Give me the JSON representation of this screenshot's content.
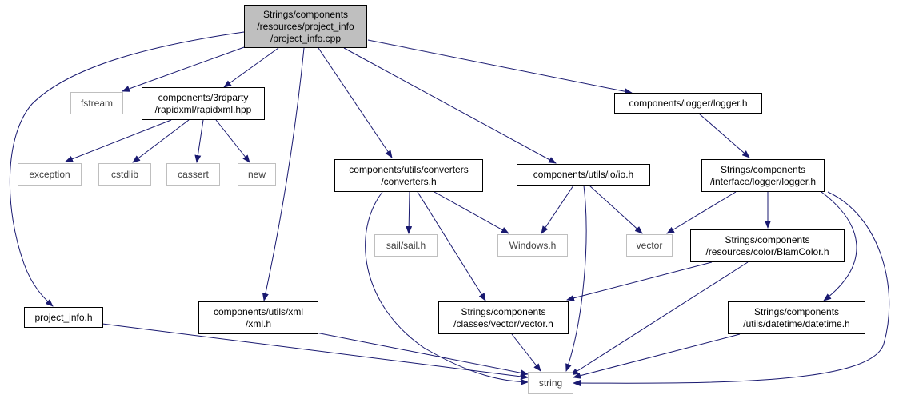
{
  "graph": {
    "edge_color": "#191970",
    "root_fill": "#bfbfbf",
    "missing_border": "#bfbfbf",
    "nodes": {
      "root": "Strings/components\n/resources/project_info\n/project_info.cpp",
      "fstream": "fstream",
      "rapidxml": "components/3rdparty\n/rapidxml/rapidxml.hpp",
      "logger": "components/logger/logger.h",
      "exception": "exception",
      "cstdlib": "cstdlib",
      "cassert": "cassert",
      "new": "new",
      "converters": "components/utils/converters\n/converters.h",
      "io": "components/utils/io/io.h",
      "iface_logger": "Strings/components\n/interface/logger/logger.h",
      "sail": "sail/sail.h",
      "windows": "Windows.h",
      "vector": "vector",
      "blamcolor": "Strings/components\n/resources/color/BlamColor.h",
      "project_info_h": "project_info.h",
      "xml": "components/utils/xml\n/xml.h",
      "vector_h": "Strings/components\n/classes/vector/vector.h",
      "datetime": "Strings/components\n/utils/datetime/datetime.h",
      "string": "string"
    }
  }
}
